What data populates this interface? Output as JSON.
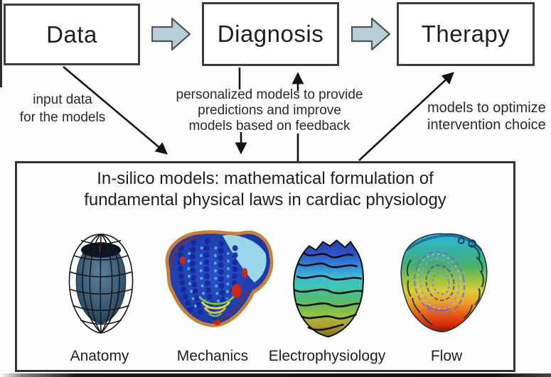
{
  "pipeline": {
    "boxes": [
      {
        "label": "Data"
      },
      {
        "label": "Diagnosis"
      },
      {
        "label": "Therapy"
      }
    ]
  },
  "annotations": {
    "input_data": {
      "line1": "input data",
      "line2": "for the models"
    },
    "feedback": {
      "line1": "personalized models to provide",
      "line2": "predictions and improve",
      "line3": "models based on feedback"
    },
    "optimize": {
      "line1": "models to optimize",
      "line2": "intervention choice"
    }
  },
  "models_box": {
    "title": {
      "line1": "In-silico models: mathematical formulation of",
      "line2": "fundamental physical laws in cardiac physiology"
    },
    "models": [
      {
        "label": "Anatomy"
      },
      {
        "label": "Mechanics"
      },
      {
        "label": "Electrophysiology"
      },
      {
        "label": "Flow"
      }
    ]
  },
  "colors": {
    "block_arrow_fill": "#b7ced9",
    "block_arrow_outline": "#4d565c",
    "box_border": "#3a3a3a",
    "connector_line": "#141414",
    "text": "#1f1f1f"
  }
}
